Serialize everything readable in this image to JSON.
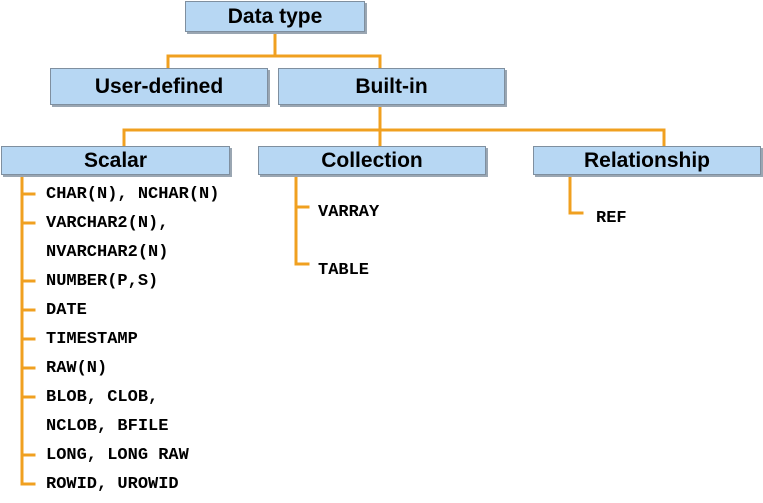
{
  "colors": {
    "box_fill": "#b7d7f3",
    "connector": "#f0a020"
  },
  "root": {
    "label": "Data type"
  },
  "level1": [
    {
      "label": "User-defined"
    },
    {
      "label": "Built-in"
    }
  ],
  "categories": [
    {
      "label": "Scalar",
      "items": [
        "CHAR(N), NCHAR(N)",
        "VARCHAR2(N),",
        "NVARCHAR2(N)",
        "NUMBER(P,S)",
        "DATE",
        "TIMESTAMP",
        "RAW(N)",
        "BLOB, CLOB,",
        "NCLOB, BFILE",
        "LONG, LONG RAW",
        "ROWID, UROWID"
      ]
    },
    {
      "label": "Collection",
      "items": [
        "VARRAY",
        "TABLE"
      ]
    },
    {
      "label": "Relationship",
      "items": [
        "REF"
      ]
    }
  ]
}
